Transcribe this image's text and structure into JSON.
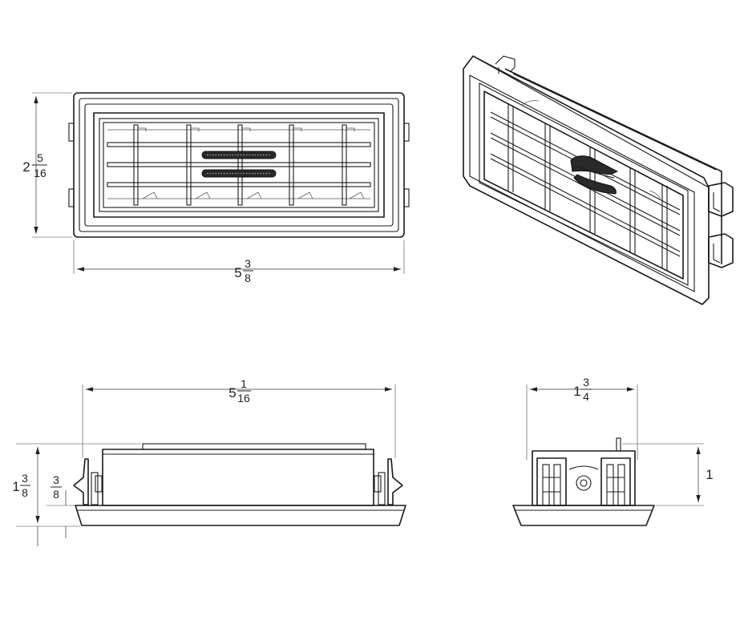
{
  "dimensions": {
    "front_height": {
      "whole": "2",
      "num": "5",
      "den": "16"
    },
    "front_width": {
      "whole": "5",
      "num": "3",
      "den": "8"
    },
    "side_width": {
      "whole": "5",
      "num": "1",
      "den": "16"
    },
    "side_height": {
      "whole": "1",
      "num": "3",
      "den": "8"
    },
    "flange": {
      "whole": "",
      "num": "3",
      "den": "8"
    },
    "end_width": {
      "whole": "1",
      "num": "3",
      "den": "4"
    },
    "end_height": {
      "whole": "1",
      "num": "",
      "den": ""
    }
  }
}
